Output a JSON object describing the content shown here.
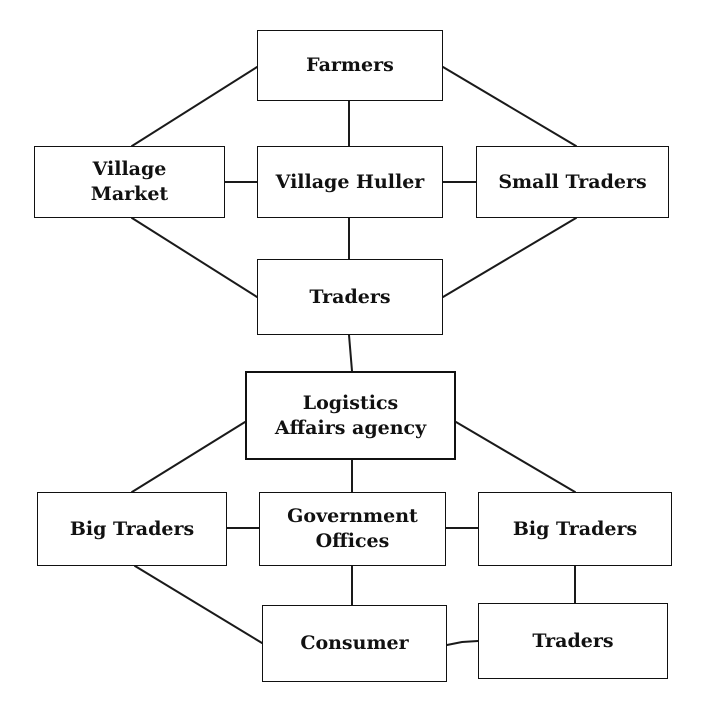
{
  "diagram": {
    "nodes": {
      "farmers": "Farmers",
      "village_market": "Village\nMarket",
      "village_huller": "Village Huller",
      "small_traders": "Small Traders",
      "traders_upper": "Traders",
      "logistics_agency": "Logistics\nAffairs agency",
      "big_traders_left": "Big Traders",
      "government_offices": "Government\nOffices",
      "big_traders_right": "Big Traders",
      "consumer": "Consumer",
      "traders_lower": "Traders"
    },
    "edges": [
      [
        "farmers",
        "village_market"
      ],
      [
        "farmers",
        "village_huller"
      ],
      [
        "farmers",
        "small_traders"
      ],
      [
        "village_market",
        "village_huller"
      ],
      [
        "village_huller",
        "small_traders"
      ],
      [
        "village_market",
        "traders_upper"
      ],
      [
        "village_huller",
        "traders_upper"
      ],
      [
        "small_traders",
        "traders_upper"
      ],
      [
        "traders_upper",
        "logistics_agency"
      ],
      [
        "logistics_agency",
        "big_traders_left"
      ],
      [
        "logistics_agency",
        "government_offices"
      ],
      [
        "logistics_agency",
        "big_traders_right"
      ],
      [
        "big_traders_left",
        "government_offices"
      ],
      [
        "government_offices",
        "big_traders_right"
      ],
      [
        "big_traders_left",
        "consumer"
      ],
      [
        "government_offices",
        "consumer"
      ],
      [
        "big_traders_right",
        "traders_lower"
      ],
      [
        "consumer",
        "traders_lower"
      ]
    ]
  }
}
